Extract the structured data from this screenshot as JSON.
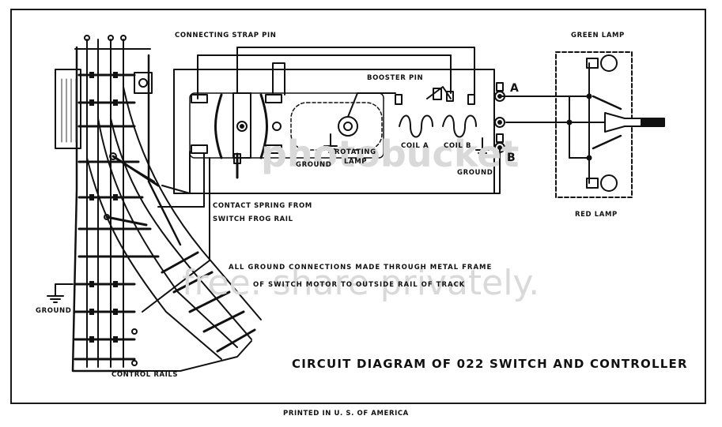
{
  "diagram": {
    "title": "CIRCUIT DIAGRAM OF 022 SWITCH AND CONTROLLER",
    "footer": "PRINTED IN U. S. OF AMERICA",
    "note_line1": "ALL GROUND CONNECTIONS MADE THROUGH METAL FRAME",
    "note_line2": "OF SWITCH MOTOR TO OUTSIDE RAIL OF TRACK",
    "labels": {
      "connecting_strap_pin": "CONNECTING STRAP PIN",
      "booster_pin": "BOOSTER PIN",
      "rotating_lamp_1": "ROTATING",
      "rotating_lamp_2": "LAMP",
      "ground_motor": "GROUND",
      "coil_a": "COIL A",
      "coil_b": "COIL B",
      "ground_controller": "GROUND",
      "contact_spring_1": "CONTACT SPRING FROM",
      "contact_spring_2": "SWITCH FROG RAIL",
      "control_rails": "CONTROL RAILS",
      "ground_track": "GROUND",
      "green_lamp": "GREEN LAMP",
      "red_lamp": "RED LAMP",
      "terminal_a": "A",
      "terminal_b": "B"
    },
    "watermark": {
      "brand": "photobucket",
      "slogan": "free. share privately."
    }
  }
}
